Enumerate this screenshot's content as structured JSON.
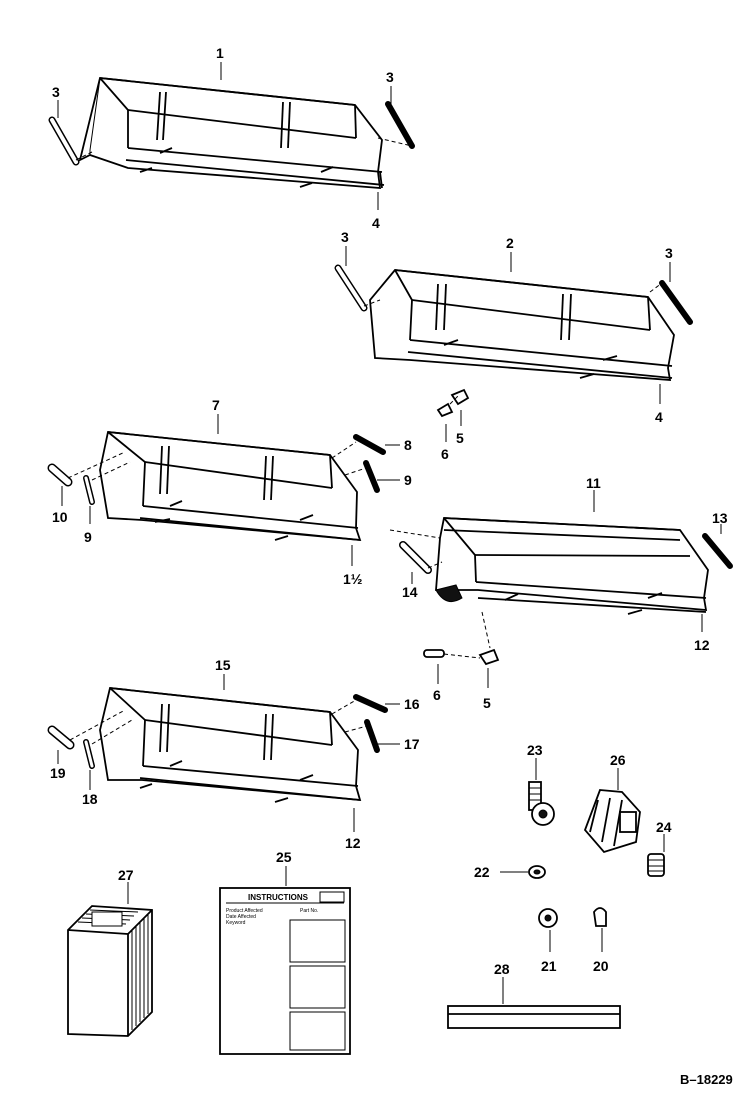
{
  "diagram_id": "B–18229",
  "instructions_sheet": {
    "heading": "INSTRUCTIONS",
    "lines": [
      "Product Affected",
      "Date Affected",
      "Keyword"
    ],
    "field": "Part No."
  },
  "callouts": {
    "c1": "1",
    "c2": "2",
    "c3a": "3",
    "c3b": "3",
    "c3c": "3",
    "c3d": "3",
    "c4a": "4",
    "c4b": "4",
    "c5a": "5",
    "c5b": "5",
    "c6a": "6",
    "c6b": "6",
    "c7": "7",
    "c8": "8",
    "c9a": "9",
    "c9b": "9",
    "c10": "10",
    "c11": "11",
    "c12a": "1½",
    "c12b": "12",
    "c12c": "12",
    "c13": "13",
    "c14": "14",
    "c15": "15",
    "c16": "16",
    "c17": "17",
    "c18": "18",
    "c19": "19",
    "c20": "20",
    "c21": "21",
    "c22": "22",
    "c23": "23",
    "c24": "24",
    "c25": "25",
    "c26": "26",
    "c27": "27",
    "c28": "28"
  }
}
